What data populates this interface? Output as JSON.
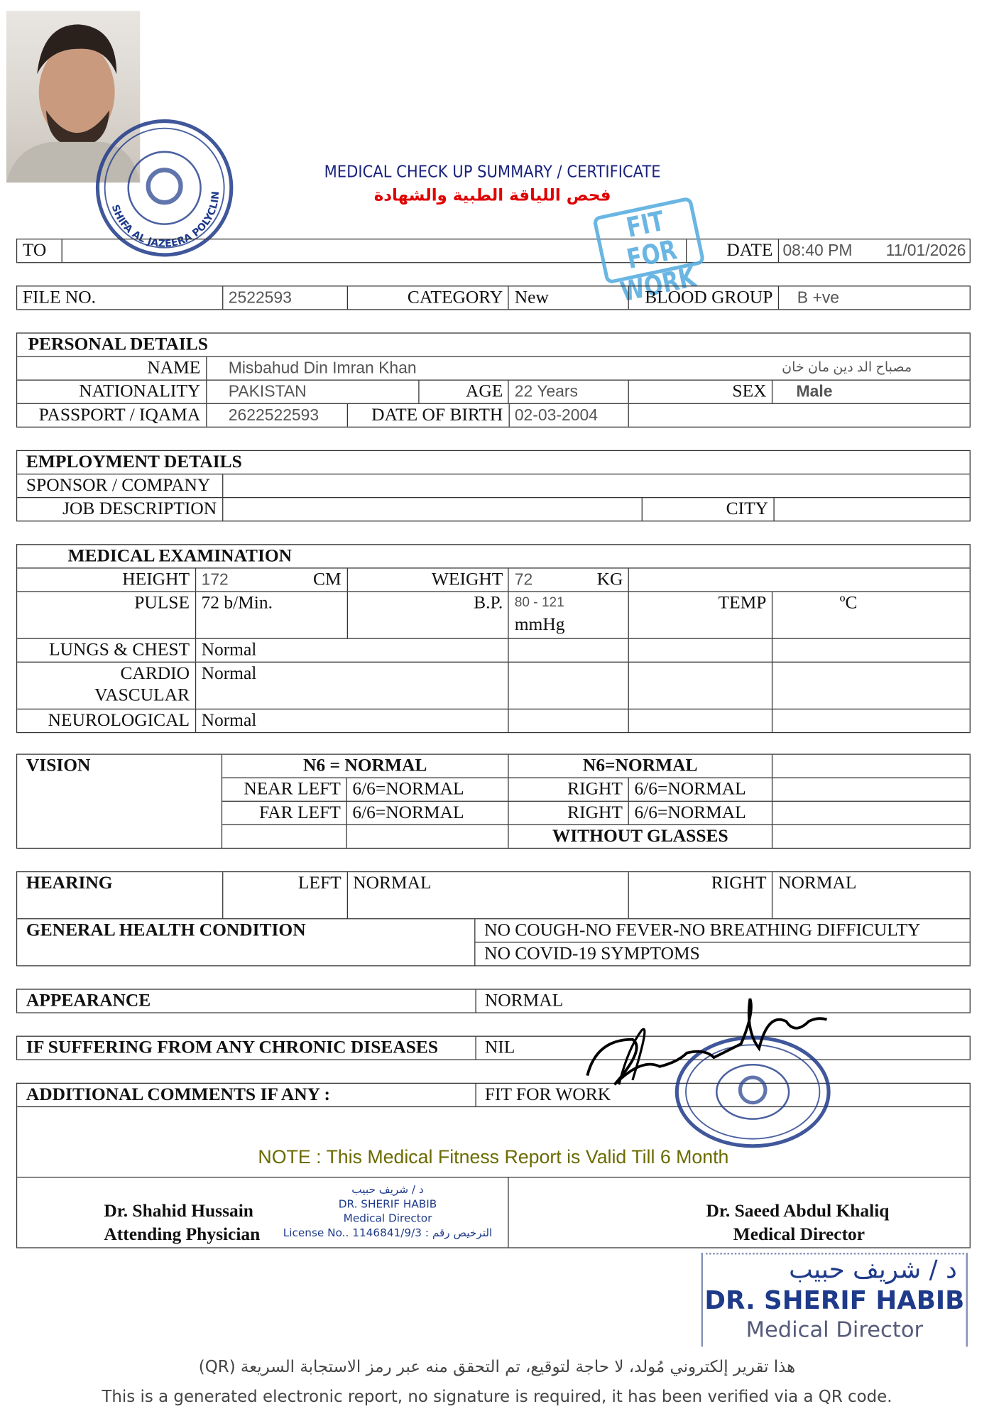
{
  "header": {
    "title": "MEDICAL CHECK UP SUMMARY / CERTIFICATE",
    "title_ar": "فحص اللياقة الطبية والشهادة",
    "title_color": "#1a237e",
    "title_ar_color": "#e00000"
  },
  "stamps": {
    "fit_for_work": "FIT FOR WORK",
    "clinic_stamp": "SHIFA AL JAZEERA POLYCLINIC",
    "left_stamp": [
      "د / شريف حبيب",
      "DR. SHERIF HABIB",
      "Medical Director",
      "License No.. 1146841/9/3 : الترخيص رقم"
    ],
    "right_stamp": [
      "د / شريف حبيب",
      "DR. SHERIF HABIB",
      "Medical Director"
    ],
    "stamp_color": "#1e3a8a",
    "fit_color": "#5aaee0"
  },
  "to_row": {
    "to_label": "TO",
    "to_value": "",
    "date_label": "DATE",
    "time": "08:40 PM",
    "date": "11/01/2026"
  },
  "file_row": {
    "file_label": "FILE NO.",
    "file_value": "2522593",
    "category_label": "CATEGORY",
    "category_value": "New",
    "blood_label": "BLOOD GROUP",
    "blood_value": "B +ve"
  },
  "personal": {
    "heading": "PERSONAL DETAILS",
    "name_label": "NAME",
    "name": "Misbahud Din Imran Khan",
    "name_ar": "مصباح الد دين مان خان",
    "nationality_label": "NATIONALITY",
    "nationality": "PAKISTAN",
    "age_label": "AGE",
    "age": "22 Years",
    "sex_label": "SEX",
    "sex": "Male",
    "passport_label": "PASSPORT / IQAMA",
    "passport": "2622522593",
    "dob_label": "DATE OF BIRTH",
    "dob": "02-03-2004"
  },
  "employment": {
    "heading": "EMPLOYMENT DETAILS",
    "sponsor_label": "SPONSOR / COMPANY",
    "job_label": "JOB DESCRIPTION",
    "city_label": "CITY"
  },
  "medical": {
    "heading": "MEDICAL EXAMINATION",
    "height_label": "HEIGHT",
    "height": "172",
    "height_unit": "CM",
    "weight_label": "WEIGHT",
    "weight": "72",
    "weight_unit": "KG",
    "pulse_label": "PULSE",
    "pulse": "72 b/Min.",
    "bp_label": "B.P.",
    "bp": "80 - 121",
    "bp_unit": "mmHg",
    "temp_label": "TEMP",
    "temp_unit": "ºC",
    "lungs_label": "LUNGS & CHEST",
    "lungs": "Normal",
    "cardio_label_1": "CARDIO",
    "cardio_label_2": "VASCULAR",
    "cardio": "Normal",
    "neuro_label": "NEUROLOGICAL",
    "neuro": "Normal"
  },
  "vision": {
    "heading": "VISION",
    "n6_left": "N6 = NORMAL",
    "n6_right": "N6=NORMAL",
    "near_left_label": "NEAR LEFT",
    "near_left": "6/6=NORMAL",
    "near_right_label": "RIGHT",
    "near_right": "6/6=NORMAL",
    "far_left_label": "FAR LEFT",
    "far_left": "6/6=NORMAL",
    "far_right_label": "RIGHT",
    "far_right": "6/6=NORMAL",
    "glasses": "WITHOUT GLASSES"
  },
  "hearing": {
    "heading": "HEARING",
    "left_label": "LEFT",
    "left": "NORMAL",
    "right_label": "RIGHT",
    "right": "NORMAL"
  },
  "general": {
    "heading": "GENERAL HEALTH CONDITION",
    "line1": "NO COUGH-NO FEVER-NO BREATHING DIFFICULTY",
    "line2": "NO COVID-19 SYMPTOMS"
  },
  "appearance": {
    "heading": "APPEARANCE",
    "value": "NORMAL"
  },
  "chronic": {
    "heading": "IF SUFFERING FROM ANY CHRONIC DISEASES",
    "value": "NIL"
  },
  "comments": {
    "heading": "ADDITIONAL COMMENTS IF ANY :",
    "value": "FIT FOR WORK",
    "note": "NOTE : This Medical Fitness Report is Valid Till 6 Month",
    "note_color": "#6b6b00"
  },
  "signatures": {
    "physician_name": "Dr. Shahid Hussain",
    "physician_title": "Attending Physician",
    "director_name": "Dr. Saeed Abdul Khaliq",
    "director_title": "Medical Director"
  },
  "footer": {
    "arabic": "هذا تقرير إلكتروني مُولد، لا حاجة لتوقيع، تم التحقق منه عبر رمز الاستجابة السريعة (QR)",
    "english": "This is a generated electronic report, no signature is required, it has been verified via a QR code."
  }
}
